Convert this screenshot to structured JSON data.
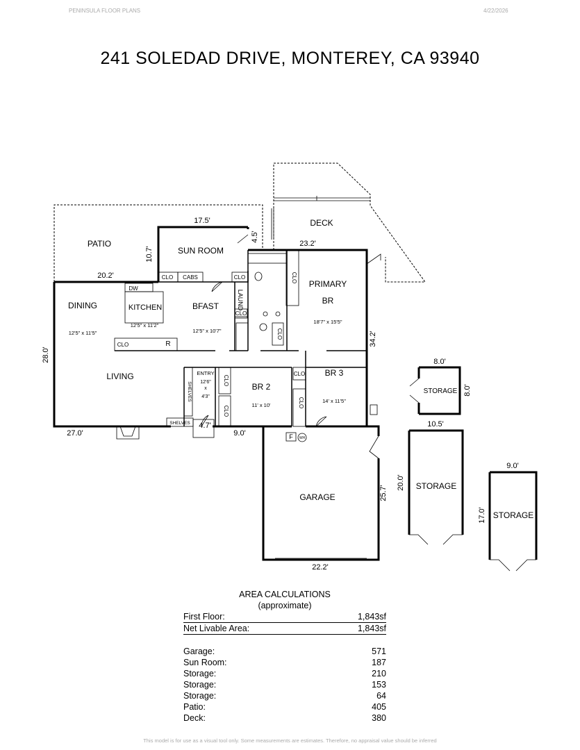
{
  "header": {
    "brand": "PENINSULA FLOOR PLANS",
    "date": "4/22/2026"
  },
  "title": "241 SOLEDAD DRIVE, MONTEREY, CA  93940",
  "rooms": {
    "patio": "PATIO",
    "sun_room": "SUN ROOM",
    "deck": "DECK",
    "dining": "DINING",
    "dining_size": "12'5\" x 11'5\"",
    "kitchen": "KITCHEN",
    "kitchen_size": "12'5\" x 11'2\"",
    "bfast": "BFAST",
    "bfast_size": "12'5\" x 10'7\"",
    "laund": "LAUND",
    "primary_br_1": "PRIMARY",
    "primary_br_2": "BR",
    "primary_br_size": "18'7\" x 15'5\"",
    "living": "LIVING",
    "entry": "ENTRY",
    "entry_size_1": "12'6\"",
    "entry_size_2": "x",
    "entry_size_3": "4'3\"",
    "br2": "BR 2",
    "br2_size": "11' x 10'",
    "br3": "BR 3",
    "br3_size": "14' x 11'5\"",
    "garage": "GARAGE",
    "storage_a": "STORAGE",
    "storage_b": "STORAGE",
    "storage_c": "STORAGE"
  },
  "fixtures": {
    "clo": "CLO",
    "cabs": "CABS",
    "dw": "DW",
    "r": "R",
    "shelves": "SHELVES",
    "f": "F",
    "wh": "WH"
  },
  "dimensions": {
    "d_17_5": "17.5'",
    "d_10_7": "10.7'",
    "d_4_5": "4.5'",
    "d_23_2": "23.2'",
    "d_20_2": "20.2'",
    "d_28_0": "28.0'",
    "d_34_2": "34.2'",
    "d_27_0": "27.0'",
    "d_4_7": "4.7'",
    "d_9_0_main": "9.0'",
    "d_8_0_w": "8.0'",
    "d_8_0_h": "8.0'",
    "d_10_5": "10.5'",
    "d_20_0": "20.0'",
    "d_25_7": "25.7'",
    "d_22_2": "22.2'",
    "d_9_0_stor": "9.0'",
    "d_17_0": "17.0'"
  },
  "area_calc": {
    "heading": "AREA CALCULATIONS",
    "subheading": "(approximate)",
    "totals": [
      {
        "label": "First Floor:",
        "value": "1,843sf"
      },
      {
        "label": "Net Livable Area:",
        "value": "1,843sf"
      }
    ],
    "items": [
      {
        "label": "Garage:",
        "value": "571"
      },
      {
        "label": "Sun Room:",
        "value": "187"
      },
      {
        "label": "Storage:",
        "value": "210"
      },
      {
        "label": "Storage:",
        "value": "153"
      },
      {
        "label": "Storage:",
        "value": "64"
      },
      {
        "label": "Patio:",
        "value": "405"
      },
      {
        "label": "Deck:",
        "value": "380"
      }
    ]
  },
  "footer": "This model is for use as a visual tool only. Some measurements are estimates. Therefore, no appraisal value should be inferred"
}
